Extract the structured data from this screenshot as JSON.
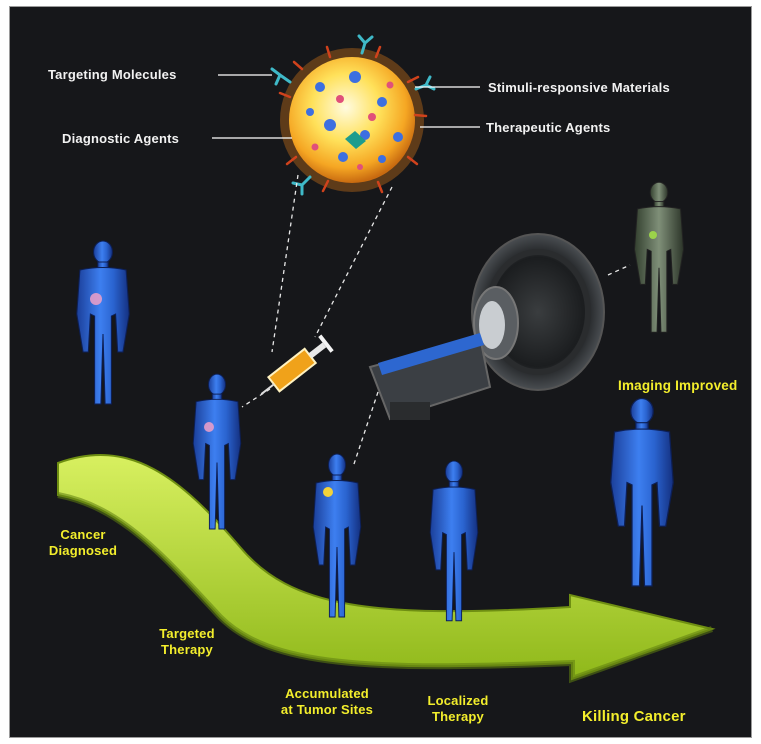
{
  "labels": {
    "targeting_molecules": "Targeting Molecules",
    "stimuli_responsive": "Stimuli-responsive Materials",
    "diagnostic_agents": "Diagnostic Agents",
    "therapeutic_agents": "Therapeutic Agents",
    "imaging_improved": "Imaging Improved"
  },
  "stages": [
    {
      "line1": "Cancer",
      "line2": "Diagnosed"
    },
    {
      "line1": "Targeted",
      "line2": "Therapy"
    },
    {
      "line1": "Accumulated",
      "line2": "at Tumor Sites"
    },
    {
      "line1": "Localized",
      "line2": "Therapy"
    },
    {
      "line1": "Killing Cancer",
      "line2": ""
    }
  ],
  "colors": {
    "arrow": "#b6dc2a",
    "arrow_edge": "#6f8f12",
    "body": "#2f6bd6",
    "body_highlight": "#7fb0ff",
    "label_yellow": "#f3ee2c",
    "label_white": "#f2f2f2",
    "background": "#16171a"
  },
  "icons": [
    "nanoparticle-icon",
    "syringe-icon",
    "mri-scanner-icon",
    "human-figure-icon",
    "tumor-spot-icon"
  ]
}
